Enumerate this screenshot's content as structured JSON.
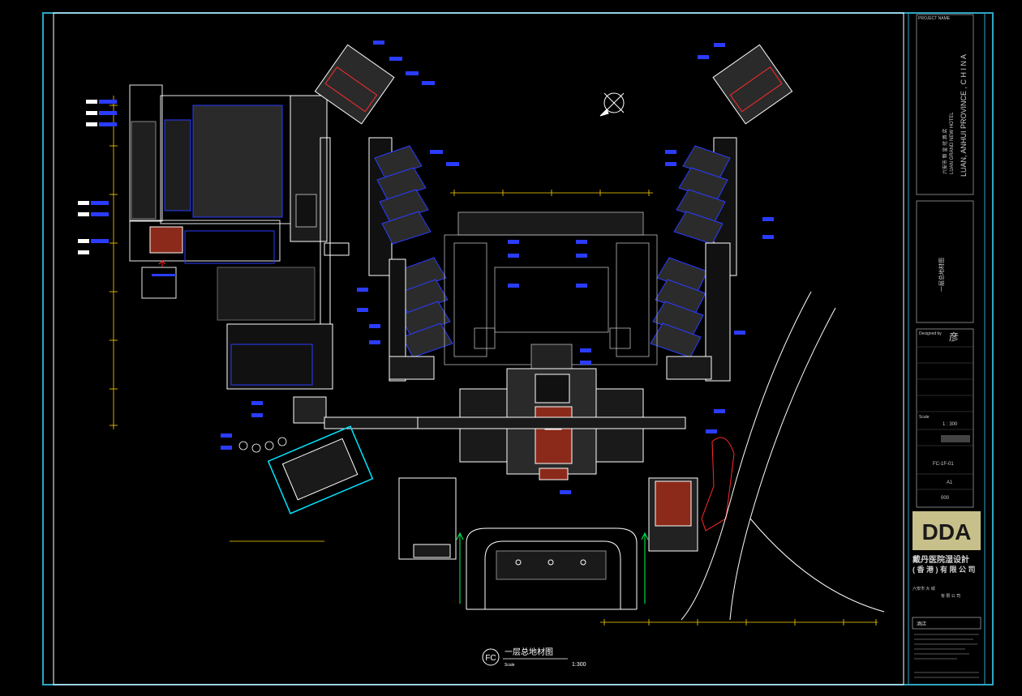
{
  "title_block": {
    "project_name_label": "PROJECT NAME",
    "project_en": "LUAN GRAND NEW HOTEL",
    "project_cn": "六安市 新 皇 冠 酒 店",
    "location": "LUAN,  ANHUI PROVINCE ,  C H I N A",
    "drawing_title_vertical": "一层总地材图",
    "logo": "DDA",
    "company_cn_line1": "戴丹医院湿设計",
    "company_cn_line2": "( 香 港 ) 有 限 公 司",
    "designed_by": "Designed by",
    "designer_mark": "彦",
    "scale_label": "Scale",
    "scale_value": "1 : 300",
    "size_value": "A1",
    "drawing_no": "FC-1F-01",
    "revision": "000",
    "client_cn": "六安市   大 城",
    "client_cn2": "有 限 公 司",
    "stamp_box": "酒店"
  },
  "drawing": {
    "plan_code": "FC",
    "plan_title": "一层总地材图",
    "scale_label": "Scale",
    "scale_value": "1:300"
  },
  "colors": {
    "background": "#000000",
    "frame": "#2fa6c4",
    "title_border": "#2fa6c4",
    "walls": "#e8e8e8",
    "rooms": "#2a3cff",
    "accent_red": "#ff2a2a",
    "accent_cyan": "#00e5ff",
    "logo_bg": "#c8c08a"
  }
}
